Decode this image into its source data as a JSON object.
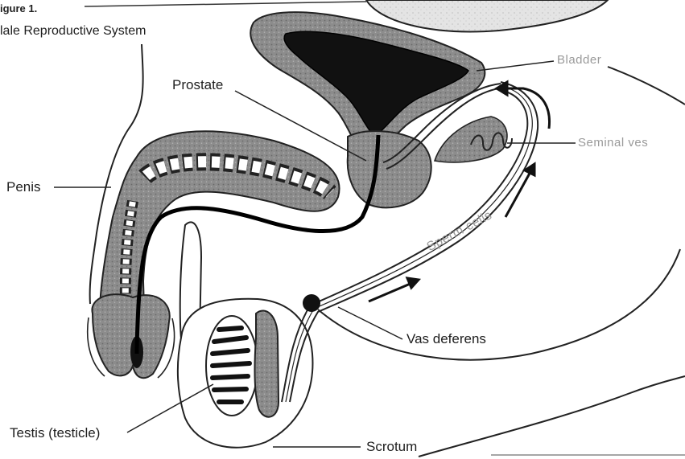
{
  "figure": {
    "title": "igure 1.",
    "subtitle": "lale Reproductive System"
  },
  "labels": {
    "bladder": "Bladder",
    "prostate": "Prostate",
    "seminal_vesicle": "Seminal ves",
    "penis": "Penis",
    "sperm_cells": "Sperm cells",
    "vas_deferens": "Vas deferens",
    "testis": "Testis (testicle)",
    "scrotum": "Scrotum"
  }
}
